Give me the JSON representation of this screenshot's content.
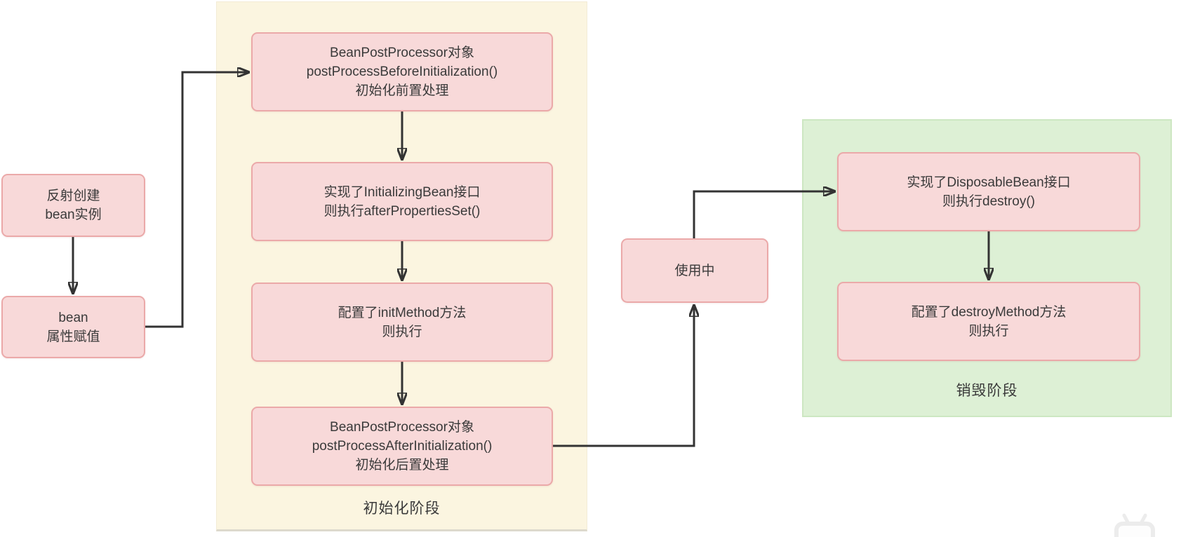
{
  "containers": {
    "init_stage": {
      "label": "初始化阶段"
    },
    "destroy_stage": {
      "label": "销毁阶段"
    }
  },
  "nodes": {
    "reflect_create": {
      "lines": [
        "反射创建",
        "bean实例"
      ]
    },
    "populate": {
      "lines": [
        "bean",
        "属性赋值"
      ]
    },
    "before_init": {
      "lines": [
        "BeanPostProcessor对象",
        "postProcessBeforeInitialization()",
        "初始化前置处理"
      ]
    },
    "initializing_bean": {
      "lines": [
        "实现了InitializingBean接口",
        "则执行afterPropertiesSet()"
      ]
    },
    "init_method": {
      "lines": [
        "配置了initMethod方法",
        "则执行"
      ]
    },
    "after_init": {
      "lines": [
        "BeanPostProcessor对象",
        "postProcessAfterInitialization()",
        "初始化后置处理"
      ]
    },
    "in_use": {
      "lines": [
        "使用中"
      ]
    },
    "disposable_bean": {
      "lines": [
        "实现了DisposableBean接口",
        "则执行destroy()"
      ]
    },
    "destroy_method": {
      "lines": [
        "配置了destroyMethod方法",
        "则执行"
      ]
    }
  },
  "edges": [
    {
      "from": "reflect_create",
      "to": "populate"
    },
    {
      "from": "populate",
      "to": "before_init"
    },
    {
      "from": "before_init",
      "to": "initializing_bean"
    },
    {
      "from": "initializing_bean",
      "to": "init_method"
    },
    {
      "from": "init_method",
      "to": "after_init"
    },
    {
      "from": "after_init",
      "to": "in_use"
    },
    {
      "from": "in_use",
      "to": "disposable_bean"
    },
    {
      "from": "disposable_bean",
      "to": "destroy_method"
    }
  ],
  "colors": {
    "node_fill": "#f8d9d9",
    "node_border": "#eba9a9",
    "init_stage_fill": "#fbf5e0",
    "destroy_stage_fill": "#ddf0d5",
    "destroy_stage_border": "#cde7c2",
    "arrow": "#333333",
    "text": "#3a3a3a"
  }
}
